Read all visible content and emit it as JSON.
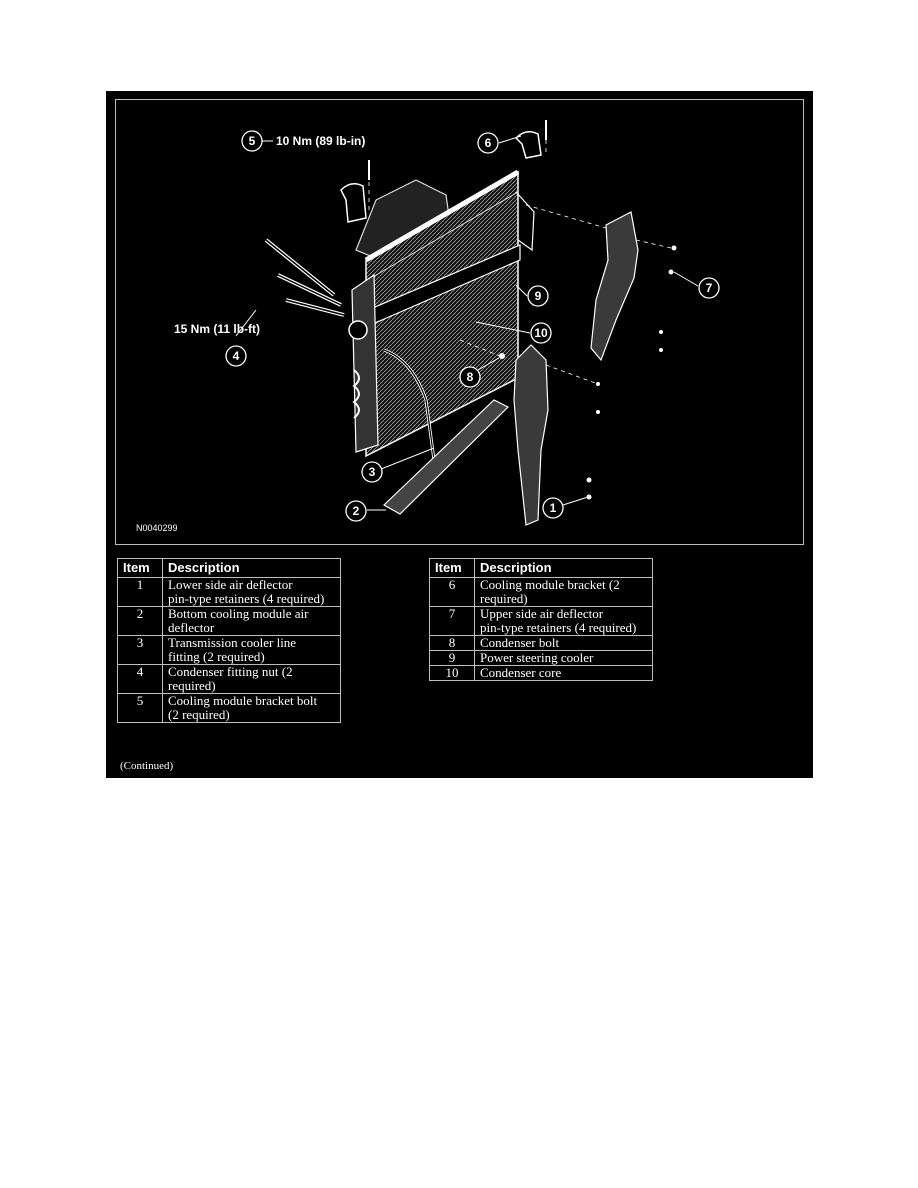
{
  "figure": {
    "code": "N0040299",
    "callouts": [
      {
        "number": "1"
      },
      {
        "number": "2"
      },
      {
        "number": "3"
      },
      {
        "number": "4"
      },
      {
        "number": "5"
      },
      {
        "number": "6"
      },
      {
        "number": "7"
      },
      {
        "number": "8"
      },
      {
        "number": "9"
      },
      {
        "number": "10"
      }
    ],
    "torque_labels": {
      "item5": "10 Nm (89 lb-in)",
      "item4": "15 Nm (11 lb-ft)"
    }
  },
  "table": {
    "header_item": "Item",
    "header_description": "Description",
    "left_rows": [
      {
        "item": "1",
        "line1": "Lower side air deflector",
        "line2": "pin-type retainers (4 required)"
      },
      {
        "item": "2",
        "line1": "Bottom cooling module air",
        "line2": "deflector"
      },
      {
        "item": "3",
        "line1": "Transmission cooler line",
        "line2": "fitting (2 required)"
      },
      {
        "item": "4",
        "line1": "Condenser fitting nut (2",
        "line2": "required)"
      },
      {
        "item": "5",
        "line1": "Cooling module bracket bolt",
        "line2": "(2 required)"
      }
    ],
    "right_rows": [
      {
        "item": "6",
        "line1": "Cooling module bracket (2",
        "line2": "required)"
      },
      {
        "item": "7",
        "line1": "Upper side air deflector",
        "line2": "pin-type retainers (4 required)"
      },
      {
        "item": "8",
        "line1": "Condenser bolt",
        "line2": ""
      },
      {
        "item": "9",
        "line1": "Power steering cooler",
        "line2": ""
      },
      {
        "item": "10",
        "line1": "Condenser core",
        "line2": ""
      }
    ]
  },
  "continued_note": "(Continued)"
}
